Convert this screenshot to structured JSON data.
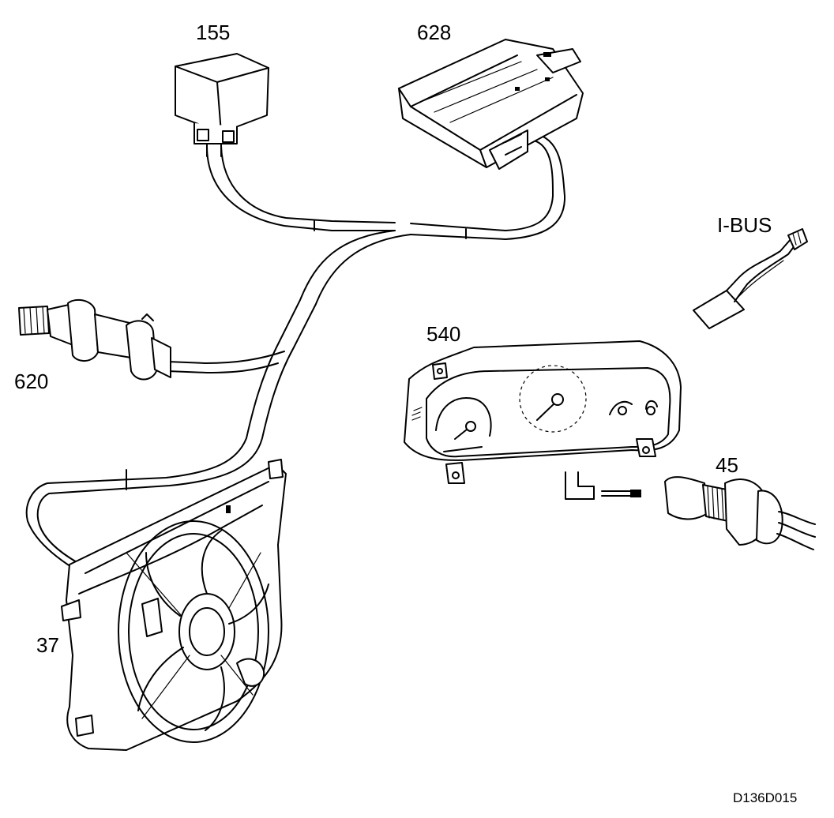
{
  "labels": {
    "relay": "155",
    "control_module": "628",
    "ibus": "I-BUS",
    "sensor_620": "620",
    "instrument_cluster": "540",
    "temp_sensor": "45",
    "fan": "37"
  },
  "figure_code": "D136D015"
}
